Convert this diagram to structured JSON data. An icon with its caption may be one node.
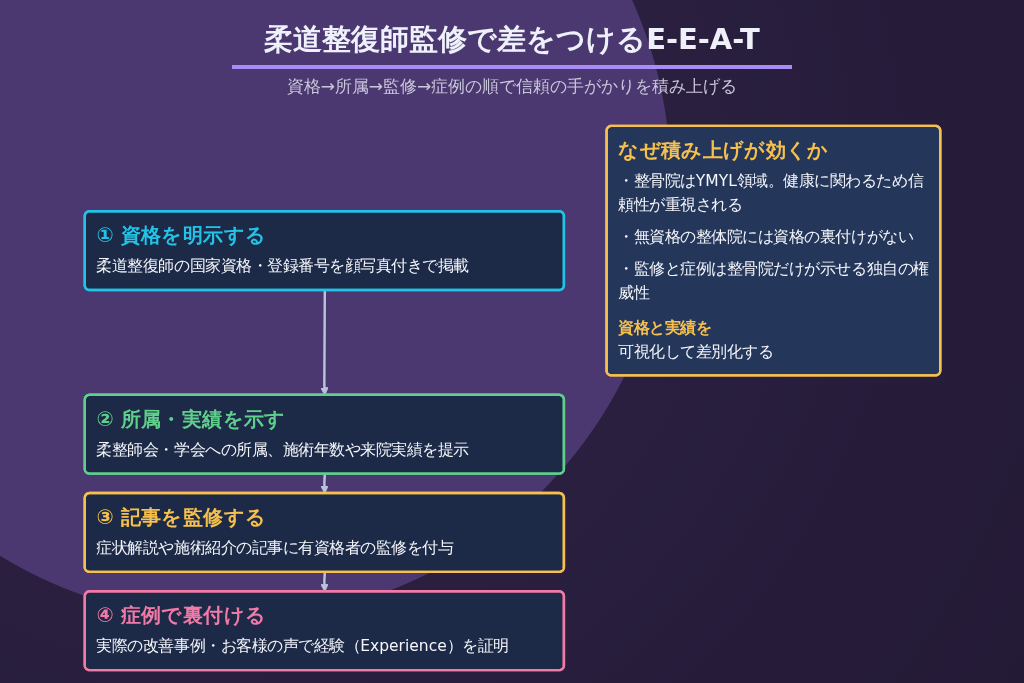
{
  "diagram": {
    "title": "柔道整復師監修で差をつけるE-E-A-T",
    "nodes": [
      {
        "text": [
          "① 資格を明示する",
          "柔道整復師の国家資格・登録番号を顔写真付きで掲載"
        ]
      },
      {
        "text": [
          "② 所属・実績を示す",
          "柔整師会・学会への所属、施術年数や来院実績を提示"
        ]
      },
      {
        "text": [
          "③ 記事を監修する",
          "症状解説や施術紹介の記事に有資格者の監修を付与"
        ]
      },
      {
        "text": [
          "④ 症例で裏付ける",
          "実際の改善事例・お客様の声で経験（Experience）を証明"
        ]
      },
      {
        "text": [
          "なぜ積み上げが効くか",
          "・整骨院はYMYL領域。健康に関わるため信頼性が重視される",
          "・無資格の整体院には資格の裏付けがない",
          "・監修と症例は整骨院だけが示せる独自の権威性",
          "資格と実績を",
          "可視化して差別化する"
        ]
      }
    ],
    "edges": [
      {
        "from": 0,
        "to": 1,
        "arrow": "to"
      },
      {
        "from": 1,
        "to": 2,
        "arrow": "to"
      },
      {
        "from": 2,
        "to": 3,
        "arrow": "to"
      }
    ],
    "labels": [
      "資格→所属→監修→症例の順で信頼の手がかりを積み上げる"
    ]
  }
}
